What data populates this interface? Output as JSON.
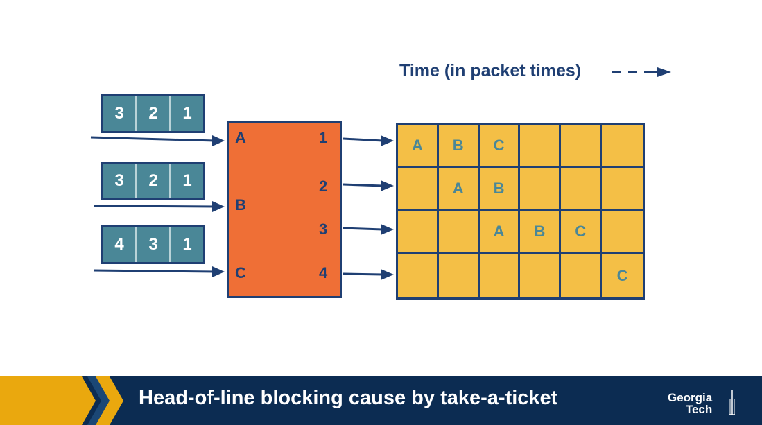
{
  "time_label": "Time (in packet times)",
  "input_queues": [
    {
      "cells": [
        "3",
        "2",
        "1"
      ]
    },
    {
      "cells": [
        "3",
        "2",
        "1"
      ]
    },
    {
      "cells": [
        "4",
        "3",
        "1"
      ]
    }
  ],
  "switch": {
    "input_ports": [
      "A",
      "B",
      "C"
    ],
    "output_ports": [
      "1",
      "2",
      "3",
      "4"
    ]
  },
  "schedule_grid": [
    [
      "A",
      "B",
      "C",
      "",
      "",
      ""
    ],
    [
      "",
      "A",
      "B",
      "",
      "",
      ""
    ],
    [
      "",
      "",
      "A",
      "B",
      "C",
      ""
    ],
    [
      "",
      "",
      "",
      "",
      "",
      "C"
    ]
  ],
  "footer": {
    "title": "Head-of-line blocking cause by take-a-ticket",
    "logo_line1": "Georgia",
    "logo_line2": "Tech"
  },
  "colors": {
    "navy": "#1f3f73",
    "teal": "#4a8797",
    "orange": "#ef6f36",
    "gold": "#f4bf46",
    "footer_bg": "#0c2c52"
  }
}
